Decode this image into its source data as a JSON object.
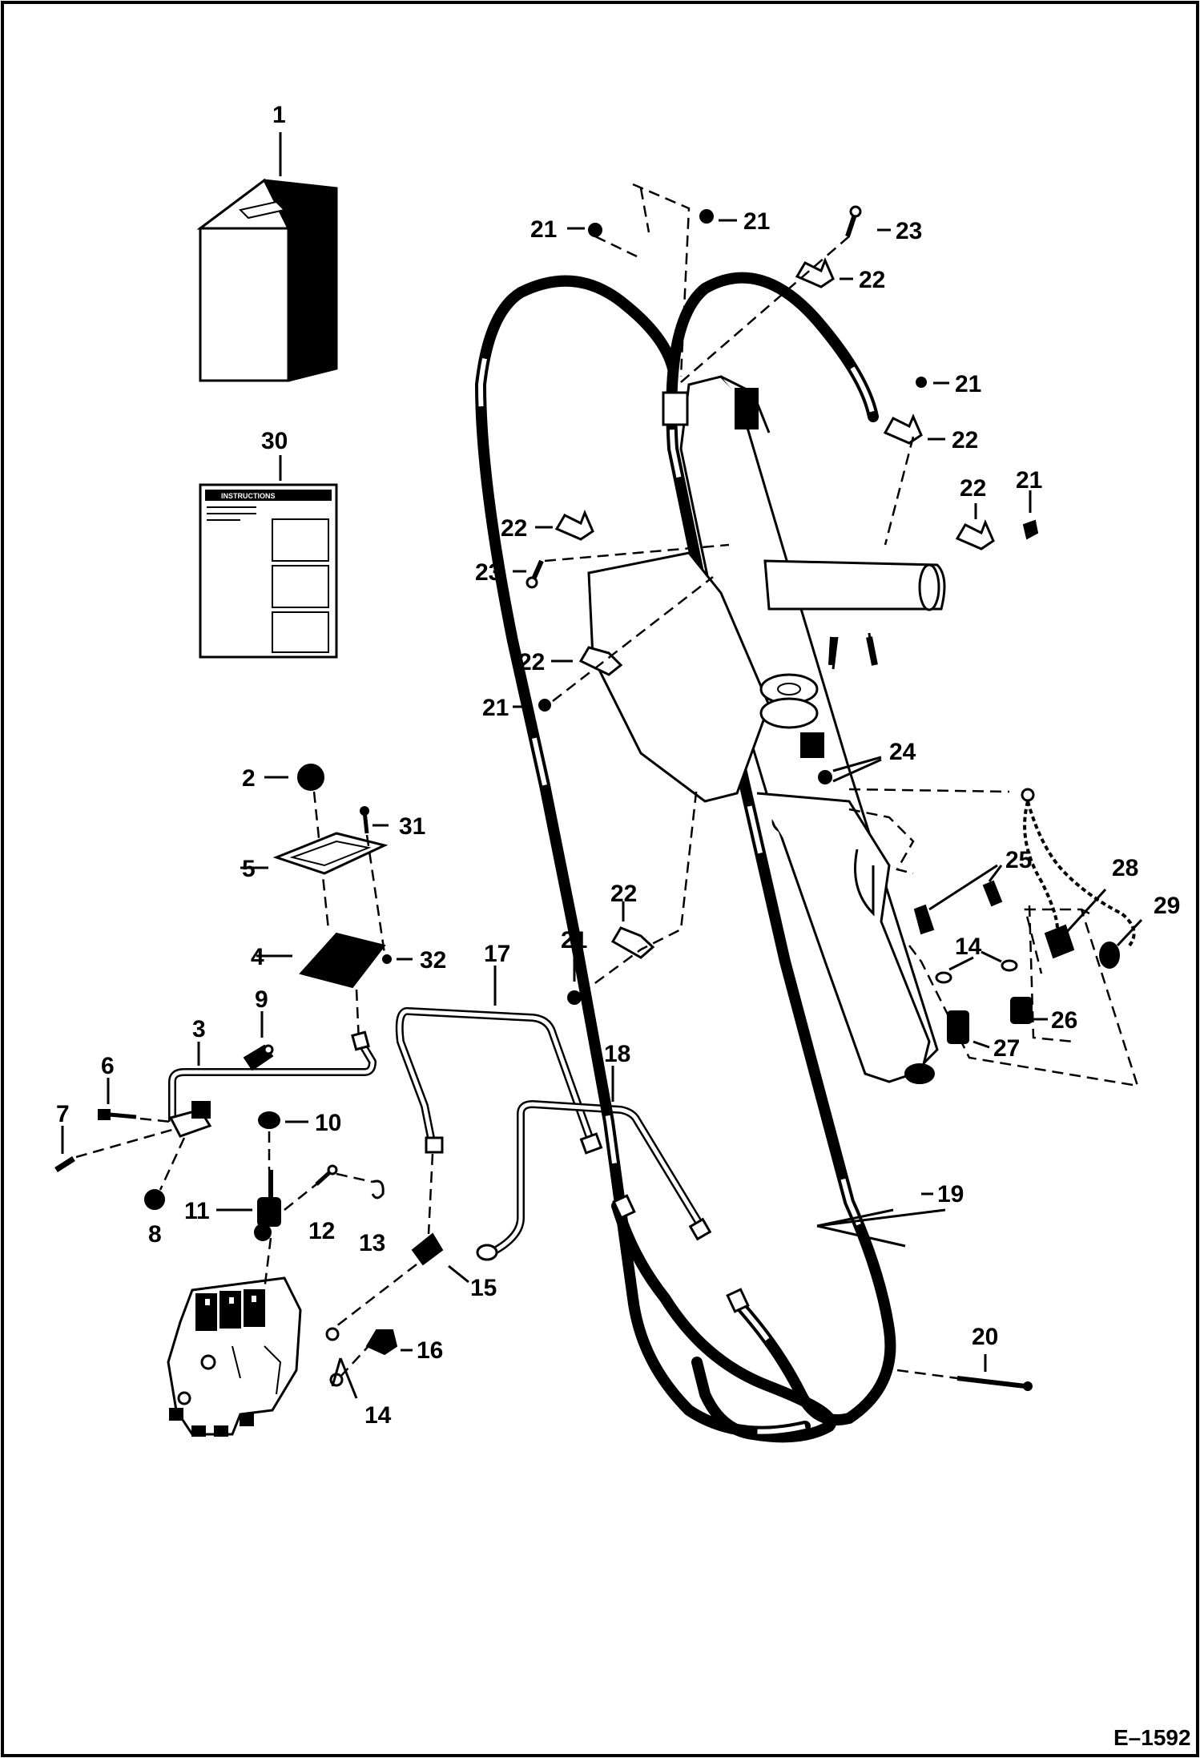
{
  "figure_id": "E–1592",
  "instruction_sheet": {
    "header_text": "INSTRUCTIONS"
  },
  "callouts": [
    {
      "id": "c1",
      "text": "1"
    },
    {
      "id": "c30",
      "text": "30"
    },
    {
      "id": "c2",
      "text": "2"
    },
    {
      "id": "c31",
      "text": "31"
    },
    {
      "id": "c5",
      "text": "5"
    },
    {
      "id": "c4",
      "text": "4"
    },
    {
      "id": "c32",
      "text": "32"
    },
    {
      "id": "c9",
      "text": "9"
    },
    {
      "id": "c3",
      "text": "3"
    },
    {
      "id": "c6",
      "text": "6"
    },
    {
      "id": "c7",
      "text": "7"
    },
    {
      "id": "c10",
      "text": "10"
    },
    {
      "id": "c8",
      "text": "8"
    },
    {
      "id": "c11",
      "text": "11"
    },
    {
      "id": "c12",
      "text": "12"
    },
    {
      "id": "c13",
      "text": "13"
    },
    {
      "id": "c17",
      "text": "17"
    },
    {
      "id": "c18",
      "text": "18"
    },
    {
      "id": "c15",
      "text": "15"
    },
    {
      "id": "c16",
      "text": "16"
    },
    {
      "id": "c14a",
      "text": "14"
    },
    {
      "id": "c19",
      "text": "19"
    },
    {
      "id": "c20",
      "text": "20"
    },
    {
      "id": "c21a",
      "text": "21"
    },
    {
      "id": "c21b",
      "text": "21"
    },
    {
      "id": "c23a",
      "text": "23"
    },
    {
      "id": "c22a",
      "text": "22"
    },
    {
      "id": "c21c",
      "text": "21"
    },
    {
      "id": "c22b",
      "text": "22"
    },
    {
      "id": "c22c",
      "text": "22"
    },
    {
      "id": "c21d",
      "text": "21"
    },
    {
      "id": "c22d",
      "text": "22"
    },
    {
      "id": "c23b",
      "text": "23"
    },
    {
      "id": "c22e",
      "text": "22"
    },
    {
      "id": "c21e",
      "text": "21"
    },
    {
      "id": "c24",
      "text": "24"
    },
    {
      "id": "c25",
      "text": "25"
    },
    {
      "id": "c28",
      "text": "28"
    },
    {
      "id": "c29",
      "text": "29"
    },
    {
      "id": "c14b",
      "text": "14"
    },
    {
      "id": "c26",
      "text": "26"
    },
    {
      "id": "c27",
      "text": "27"
    },
    {
      "id": "c22f",
      "text": "22"
    },
    {
      "id": "c21f",
      "text": "21"
    }
  ]
}
